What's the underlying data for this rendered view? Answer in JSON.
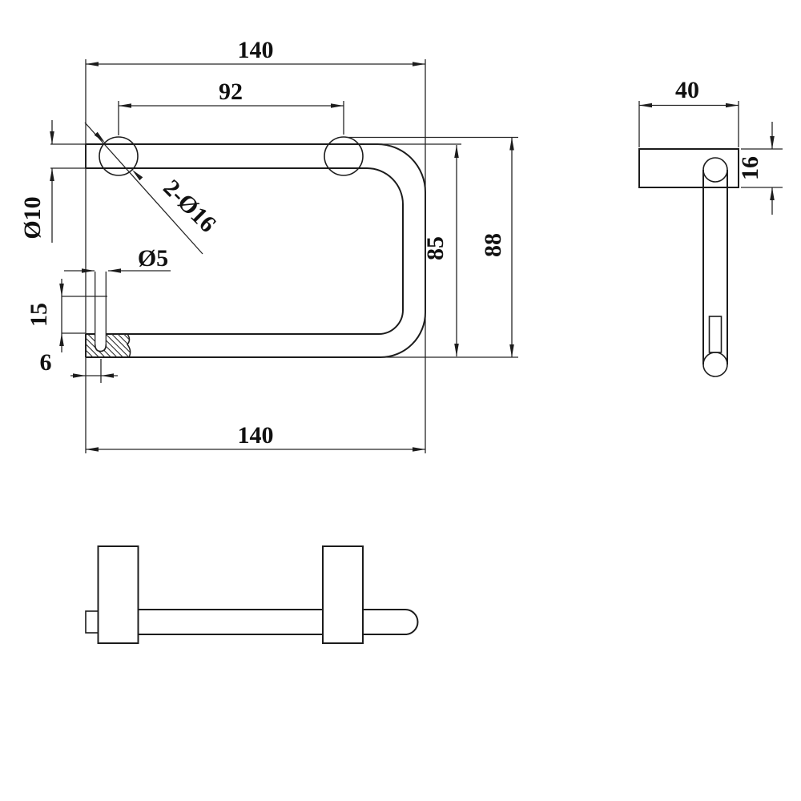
{
  "drawing": {
    "type": "technical-dimension-drawing",
    "views": [
      "front",
      "side",
      "bottom"
    ],
    "front_view": {
      "labels": {
        "width_top": "140",
        "hole_spacing": "92",
        "height_to_bar": "85",
        "height_overall": "88",
        "bar_diameter": "Ø10",
        "mount_holes": "2-Ø16",
        "pin_hole_diameter": "Ø5",
        "pin_hole_depth": "15",
        "pin_offset": "6",
        "width_bottom": "140"
      }
    },
    "side_view": {
      "labels": {
        "plate_width": "40",
        "plate_thickness": "16"
      }
    },
    "colors": {
      "line": "#1c1c1c",
      "dimension_line": "#262626",
      "text": "#111111",
      "background": "#ffffff"
    }
  }
}
